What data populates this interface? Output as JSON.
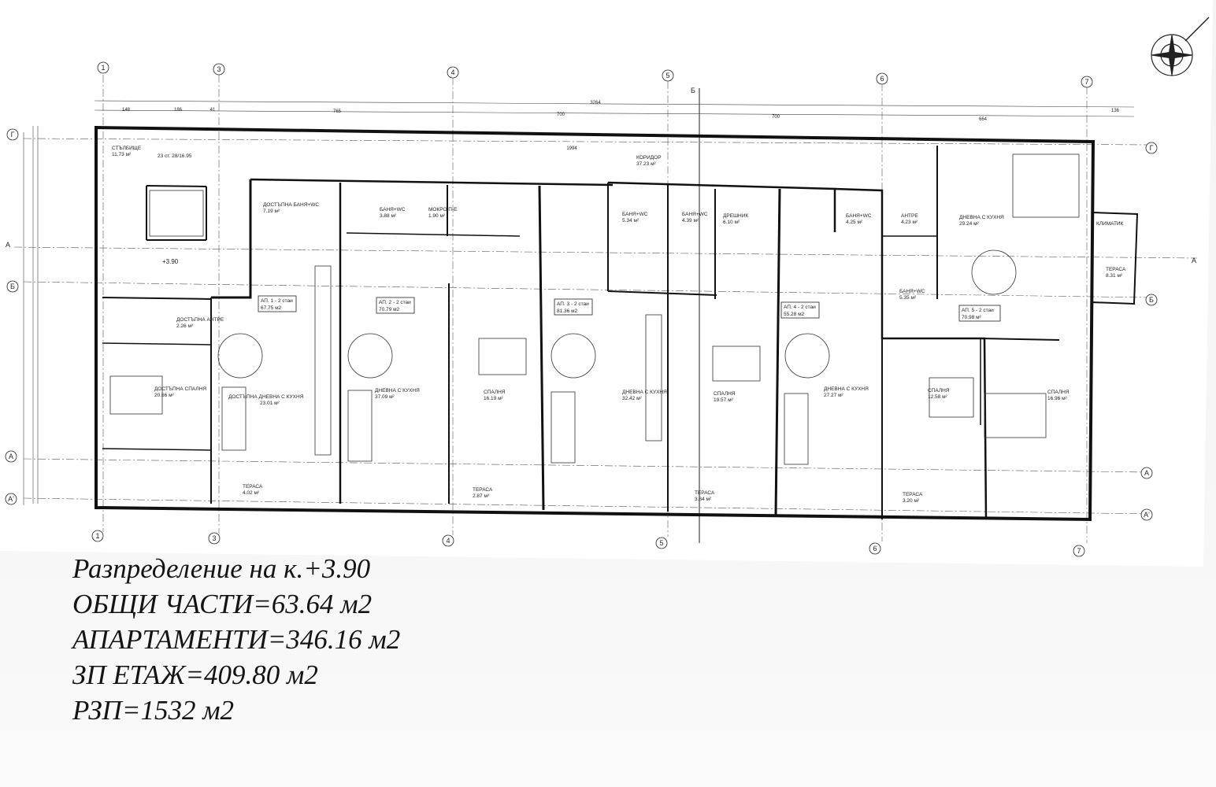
{
  "plan": {
    "rooms": [
      {
        "name": "СТЪЛБИЩЕ",
        "area": "11.73 м²"
      },
      {
        "name": "ДОСТЪПНА БАНЯ+WC",
        "area": "7.19 м²"
      },
      {
        "name": "БАНЯ+WC",
        "area": "3.88 м²"
      },
      {
        "name": "МОКРО П-Е",
        "area": "1.90 м²"
      },
      {
        "name": "КОРИДОР",
        "area": "37.23 м²"
      },
      {
        "name": "БАНЯ+WC",
        "area": "5.34 м²"
      },
      {
        "name": "БАНЯ+WC",
        "area": "4.39 м²"
      },
      {
        "name": "ДРЕШНИК",
        "area": "6.10 м²"
      },
      {
        "name": "БАНЯ+WC",
        "area": "4.25 м²"
      },
      {
        "name": "АНТРЕ",
        "area": "4.23 м²"
      },
      {
        "name": "ДНЕВНА С КУХНЯ",
        "area": "29.24 м²"
      },
      {
        "name": "ТЕРАСА",
        "area": "8.31 м²"
      },
      {
        "name": "БАНЯ+WC",
        "area": "5.35 м²"
      },
      {
        "name": "ДОСТЪПНА АНТРЕ",
        "area": "2.26 м²"
      },
      {
        "name": "ДОСТЪПНА СПАЛНЯ",
        "area": "20.66 м²"
      },
      {
        "name": "ДОСТЪПНА ДНЕВНА С КУХНЯ",
        "area": "23.01 м²"
      },
      {
        "name": "ДНЕВНА С КУХНЯ",
        "area": "37.09 м²"
      },
      {
        "name": "СПАЛНЯ",
        "area": "16.19 м²"
      },
      {
        "name": "ДНЕВНА С КУХНЯ",
        "area": "32.42 м²"
      },
      {
        "name": "СПАЛНЯ",
        "area": "19.57 м²"
      },
      {
        "name": "ДНЕВНА С КУХНЯ",
        "area": "27.27 м²"
      },
      {
        "name": "СПАЛНЯ",
        "area": "12.58 м²"
      },
      {
        "name": "СПАЛНЯ",
        "area": "16.96 м²"
      },
      {
        "name": "ТЕРАСА",
        "area": "4.02 м²"
      },
      {
        "name": "ТЕРАСА",
        "area": "2.87 м²"
      },
      {
        "name": "ТЕРАСА",
        "area": "3.84 м²"
      },
      {
        "name": "ТЕРАСА",
        "area": "3.20 м²"
      }
    ],
    "apartments": [
      {
        "label": "АП. 1 - 2 стаи",
        "area": "67.75 м2"
      },
      {
        "label": "АП. 2 - 2 стаи",
        "area": "70.79 м2"
      },
      {
        "label": "АП. 3 - 2 стаи",
        "area": "81.36 м2"
      },
      {
        "label": "АП. 4 - 2 стаи",
        "area": "55.28 м2"
      },
      {
        "label": "АП. 5 - 2 стаи",
        "area": "70.98 м²"
      }
    ],
    "axes": {
      "columns": [
        "1",
        "3",
        "4",
        "5",
        "6",
        "7"
      ],
      "rows": [
        "Г",
        "Б",
        "А",
        "А'"
      ],
      "section": [
        "А",
        "А"
      ],
      "cut": "Б"
    },
    "level_mark": "+3.90",
    "dimensions": {
      "total": "3264",
      "segments": [
        "148",
        "186",
        "41",
        "765",
        "700",
        "700",
        "664",
        "136"
      ]
    },
    "stair_note": "23 ст. 28/16.95",
    "corridor_width": "1994",
    "ac_label": "КЛИМАТИК"
  },
  "summary": {
    "line1": "Разпределение на к.+3.90",
    "line2": "ОБЩИ ЧАСТИ=63.64 м2",
    "line3": "АПАРТАМЕНТИ=346.16 м2",
    "line4": "ЗП ЕТАЖ=409.80 м2",
    "line5": "РЗП=1532 м2"
  }
}
